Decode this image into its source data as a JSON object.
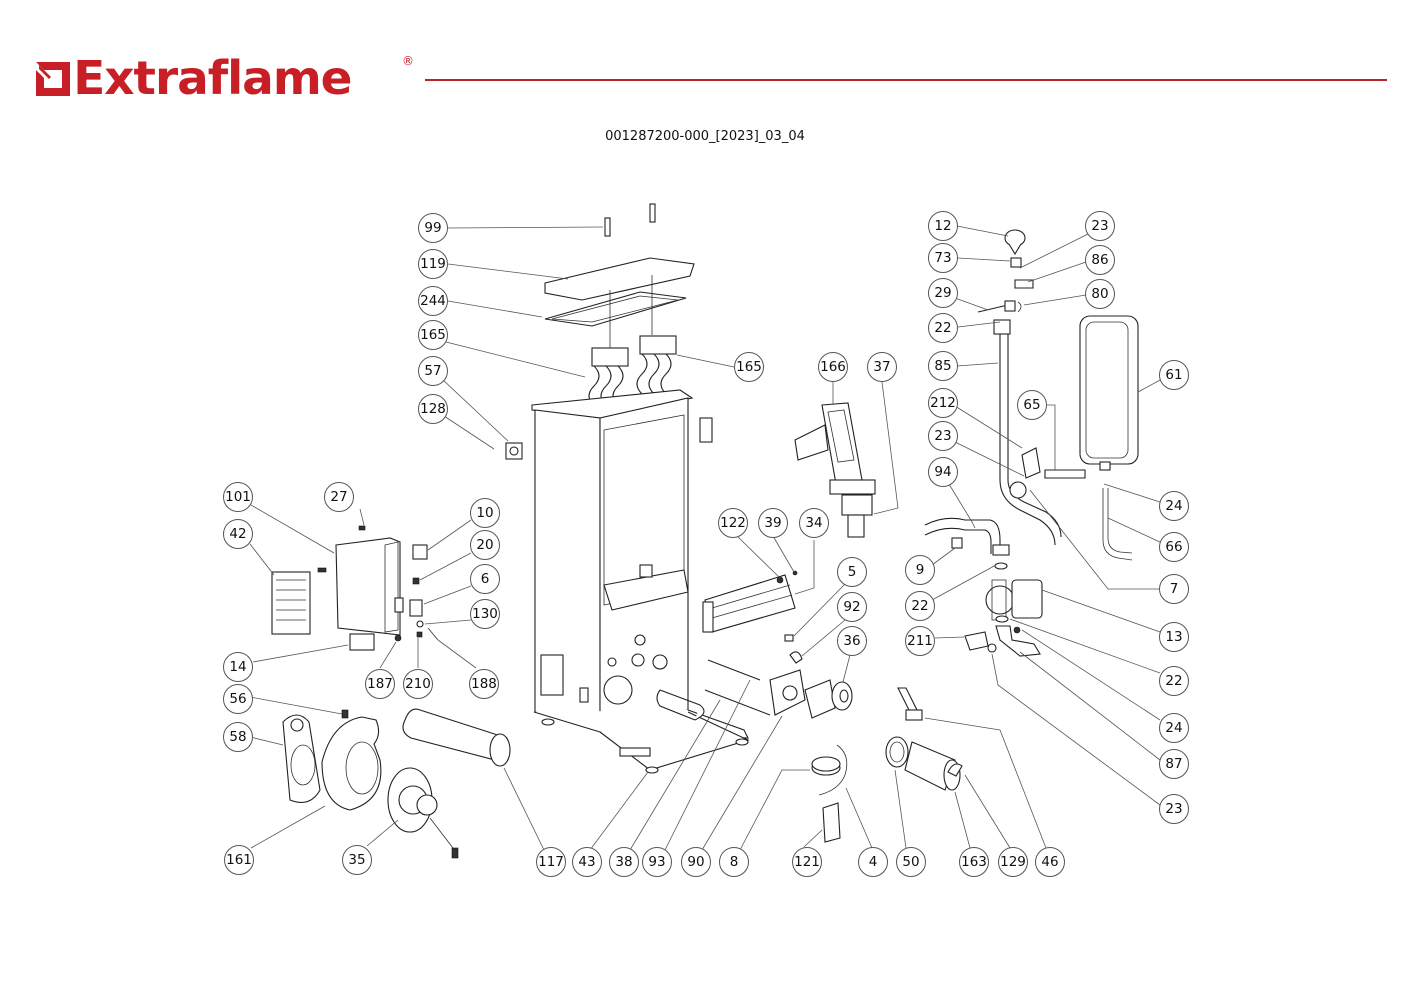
{
  "header": {
    "brand": "Extraflame",
    "registered_mark": "®",
    "document_code": "001287200-000_[2023]_03_04"
  },
  "colors": {
    "brand_red": "#c81e26",
    "rule_red": "#b5252b",
    "line_gray": "#555555"
  },
  "diagram": {
    "title": "Exploded parts view",
    "callouts": [
      {
        "id": "c-99",
        "label": "99"
      },
      {
        "id": "c-119",
        "label": "119"
      },
      {
        "id": "c-244",
        "label": "244"
      },
      {
        "id": "c-165a",
        "label": "165"
      },
      {
        "id": "c-165b",
        "label": "165"
      },
      {
        "id": "c-57",
        "label": "57"
      },
      {
        "id": "c-128",
        "label": "128"
      },
      {
        "id": "c-166",
        "label": "166"
      },
      {
        "id": "c-37",
        "label": "37"
      },
      {
        "id": "c-12",
        "label": "12"
      },
      {
        "id": "c-23a",
        "label": "23"
      },
      {
        "id": "c-73",
        "label": "73"
      },
      {
        "id": "c-86",
        "label": "86"
      },
      {
        "id": "c-29",
        "label": "29"
      },
      {
        "id": "c-80",
        "label": "80"
      },
      {
        "id": "c-22a",
        "label": "22"
      },
      {
        "id": "c-85",
        "label": "85"
      },
      {
        "id": "c-61",
        "label": "61"
      },
      {
        "id": "c-212",
        "label": "212"
      },
      {
        "id": "c-65",
        "label": "65"
      },
      {
        "id": "c-23b",
        "label": "23"
      },
      {
        "id": "c-94",
        "label": "94"
      },
      {
        "id": "c-24a",
        "label": "24"
      },
      {
        "id": "c-66",
        "label": "66"
      },
      {
        "id": "c-9",
        "label": "9"
      },
      {
        "id": "c-7",
        "label": "7"
      },
      {
        "id": "c-22b",
        "label": "22"
      },
      {
        "id": "c-13",
        "label": "13"
      },
      {
        "id": "c-211",
        "label": "211"
      },
      {
        "id": "c-22c",
        "label": "22"
      },
      {
        "id": "c-24b",
        "label": "24"
      },
      {
        "id": "c-87",
        "label": "87"
      },
      {
        "id": "c-23c",
        "label": "23"
      },
      {
        "id": "c-101",
        "label": "101"
      },
      {
        "id": "c-27",
        "label": "27"
      },
      {
        "id": "c-10",
        "label": "10"
      },
      {
        "id": "c-42",
        "label": "42"
      },
      {
        "id": "c-20",
        "label": "20"
      },
      {
        "id": "c-6",
        "label": "6"
      },
      {
        "id": "c-130",
        "label": "130"
      },
      {
        "id": "c-14",
        "label": "14"
      },
      {
        "id": "c-187",
        "label": "187"
      },
      {
        "id": "c-210",
        "label": "210"
      },
      {
        "id": "c-188",
        "label": "188"
      },
      {
        "id": "c-56",
        "label": "56"
      },
      {
        "id": "c-58",
        "label": "58"
      },
      {
        "id": "c-122",
        "label": "122"
      },
      {
        "id": "c-39",
        "label": "39"
      },
      {
        "id": "c-34",
        "label": "34"
      },
      {
        "id": "c-5",
        "label": "5"
      },
      {
        "id": "c-92",
        "label": "92"
      },
      {
        "id": "c-36",
        "label": "36"
      },
      {
        "id": "c-161",
        "label": "161"
      },
      {
        "id": "c-35",
        "label": "35"
      },
      {
        "id": "c-117",
        "label": "117"
      },
      {
        "id": "c-43",
        "label": "43"
      },
      {
        "id": "c-38",
        "label": "38"
      },
      {
        "id": "c-93",
        "label": "93"
      },
      {
        "id": "c-90",
        "label": "90"
      },
      {
        "id": "c-8",
        "label": "8"
      },
      {
        "id": "c-121",
        "label": "121"
      },
      {
        "id": "c-4",
        "label": "4"
      },
      {
        "id": "c-50",
        "label": "50"
      },
      {
        "id": "c-163",
        "label": "163"
      },
      {
        "id": "c-129",
        "label": "129"
      },
      {
        "id": "c-46",
        "label": "46"
      }
    ]
  }
}
